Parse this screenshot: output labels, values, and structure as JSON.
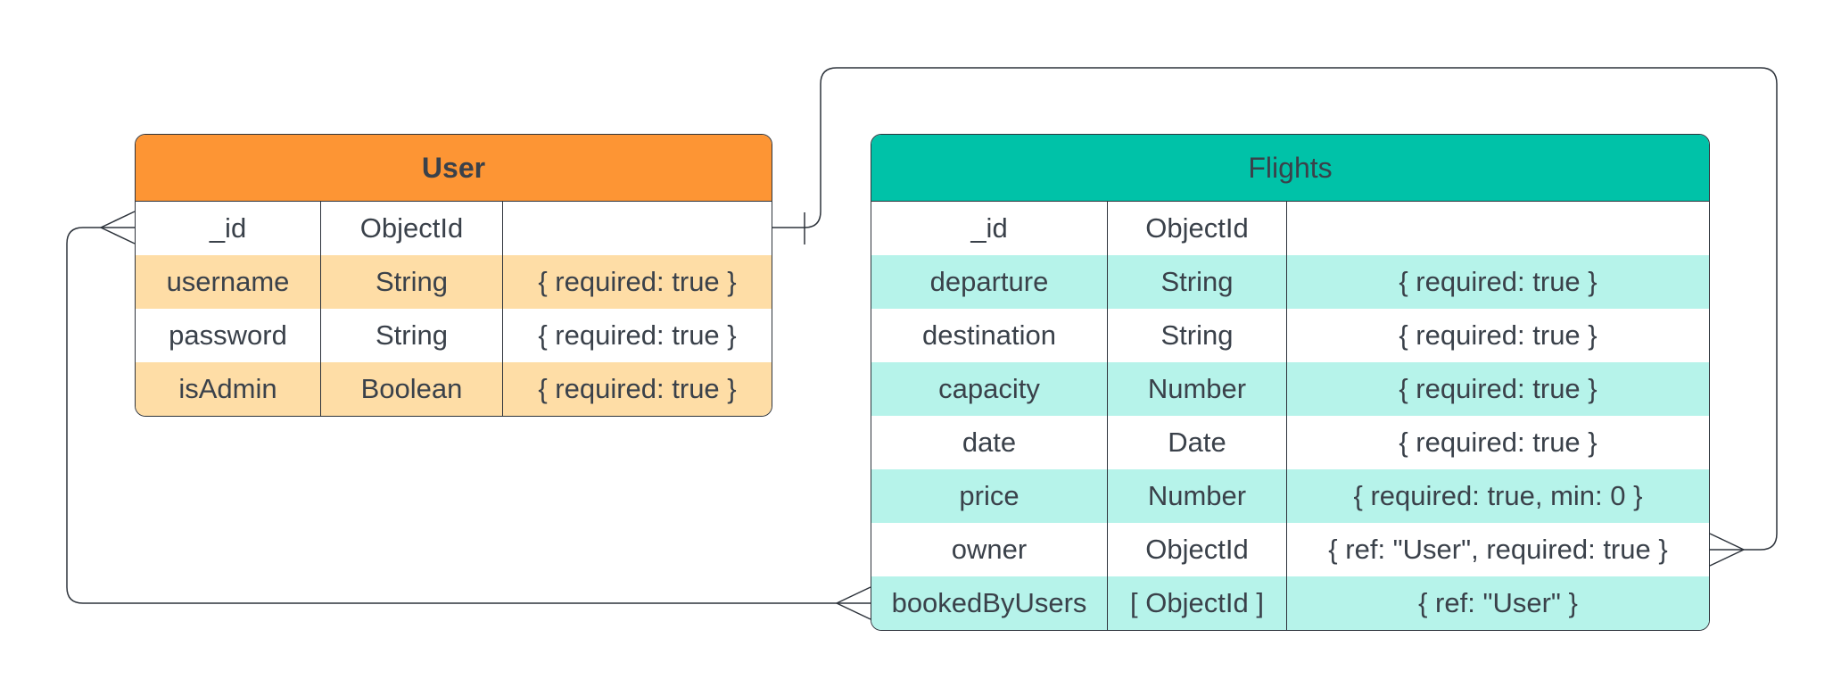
{
  "colors": {
    "user_header": "#fd9534",
    "user_stripe": "#fedda6",
    "flights_header": "#00c2a8",
    "flights_stripe": "#b6f3ea",
    "line": "#2d333b",
    "text": "#3a414a"
  },
  "entities": [
    {
      "id": "user",
      "title": "User",
      "rows": [
        {
          "name": "_id",
          "type": "ObjectId",
          "options": ""
        },
        {
          "name": "username",
          "type": "String",
          "options": "{ required: true }"
        },
        {
          "name": "password",
          "type": "String",
          "options": "{ required: true }"
        },
        {
          "name": "isAdmin",
          "type": "Boolean",
          "options": "{ required: true }"
        }
      ]
    },
    {
      "id": "flights",
      "title": "Flights",
      "rows": [
        {
          "name": "_id",
          "type": "ObjectId",
          "options": ""
        },
        {
          "name": "departure",
          "type": "String",
          "options": "{ required: true }"
        },
        {
          "name": "destination",
          "type": "String",
          "options": "{ required: true }"
        },
        {
          "name": "capacity",
          "type": "Number",
          "options": "{ required: true }"
        },
        {
          "name": "date",
          "type": "Date",
          "options": "{ required: true }"
        },
        {
          "name": "price",
          "type": "Number",
          "options": "{ required: true, min: 0 }"
        },
        {
          "name": "owner",
          "type": "ObjectId",
          "options": "{ ref: \"User\", required: true }"
        },
        {
          "name": "bookedByUsers",
          "type": "[ ObjectId ]",
          "options": "{ ref: \"User\" }"
        }
      ]
    }
  ],
  "relationships": [
    {
      "from": "flights.owner",
      "to": "user._id",
      "from_cardinality": "many",
      "to_cardinality": "one"
    },
    {
      "from": "flights.bookedByUsers",
      "to": "user._id",
      "from_cardinality": "many",
      "to_cardinality": "many"
    }
  ]
}
